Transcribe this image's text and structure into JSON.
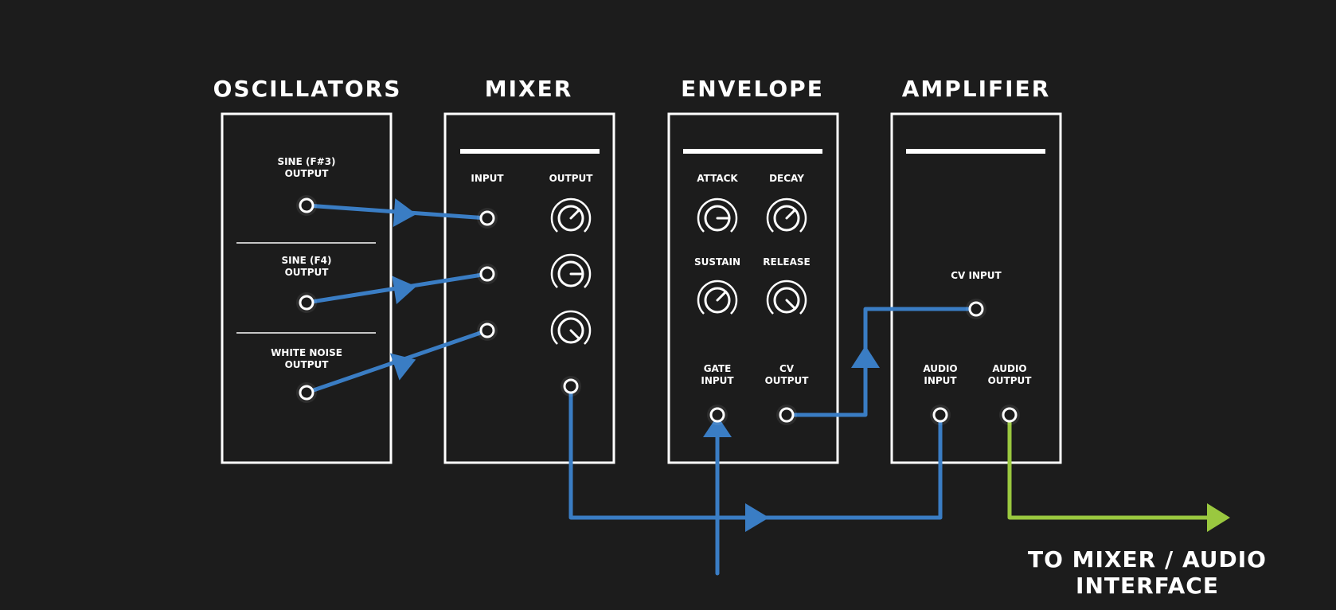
{
  "colors": {
    "background": "#1c1c1c",
    "module_outline": "#ffffff",
    "signal_cable": "#3a7dc4",
    "output_cable": "#9ac83f"
  },
  "modules": {
    "oscillators": {
      "title": "OSCILLATORS",
      "outputs": [
        {
          "label_line1": "SINE (F#3)",
          "label_line2": "OUTPUT"
        },
        {
          "label_line1": "SINE (F4)",
          "label_line2": "OUTPUT"
        },
        {
          "label_line1": "WHITE NOISE",
          "label_line2": "OUTPUT"
        }
      ]
    },
    "mixer": {
      "title": "MIXER",
      "input_label": "INPUT",
      "output_label": "OUTPUT"
    },
    "envelope": {
      "title": "ENVELOPE",
      "knobs": [
        {
          "label": "ATTACK"
        },
        {
          "label": "DECAY"
        },
        {
          "label": "SUSTAIN"
        },
        {
          "label": "RELEASE"
        }
      ],
      "gate_input": {
        "line1": "GATE",
        "line2": "INPUT"
      },
      "cv_output": {
        "line1": "CV",
        "line2": "OUTPUT"
      }
    },
    "amplifier": {
      "title": "AMPLIFIER",
      "cv_input": "CV INPUT",
      "audio_input": {
        "line1": "AUDIO",
        "line2": "INPUT"
      },
      "audio_output": {
        "line1": "AUDIO",
        "line2": "OUTPUT"
      }
    }
  },
  "destination": {
    "line1": "TO MIXER / AUDIO",
    "line2": "INTERFACE"
  }
}
